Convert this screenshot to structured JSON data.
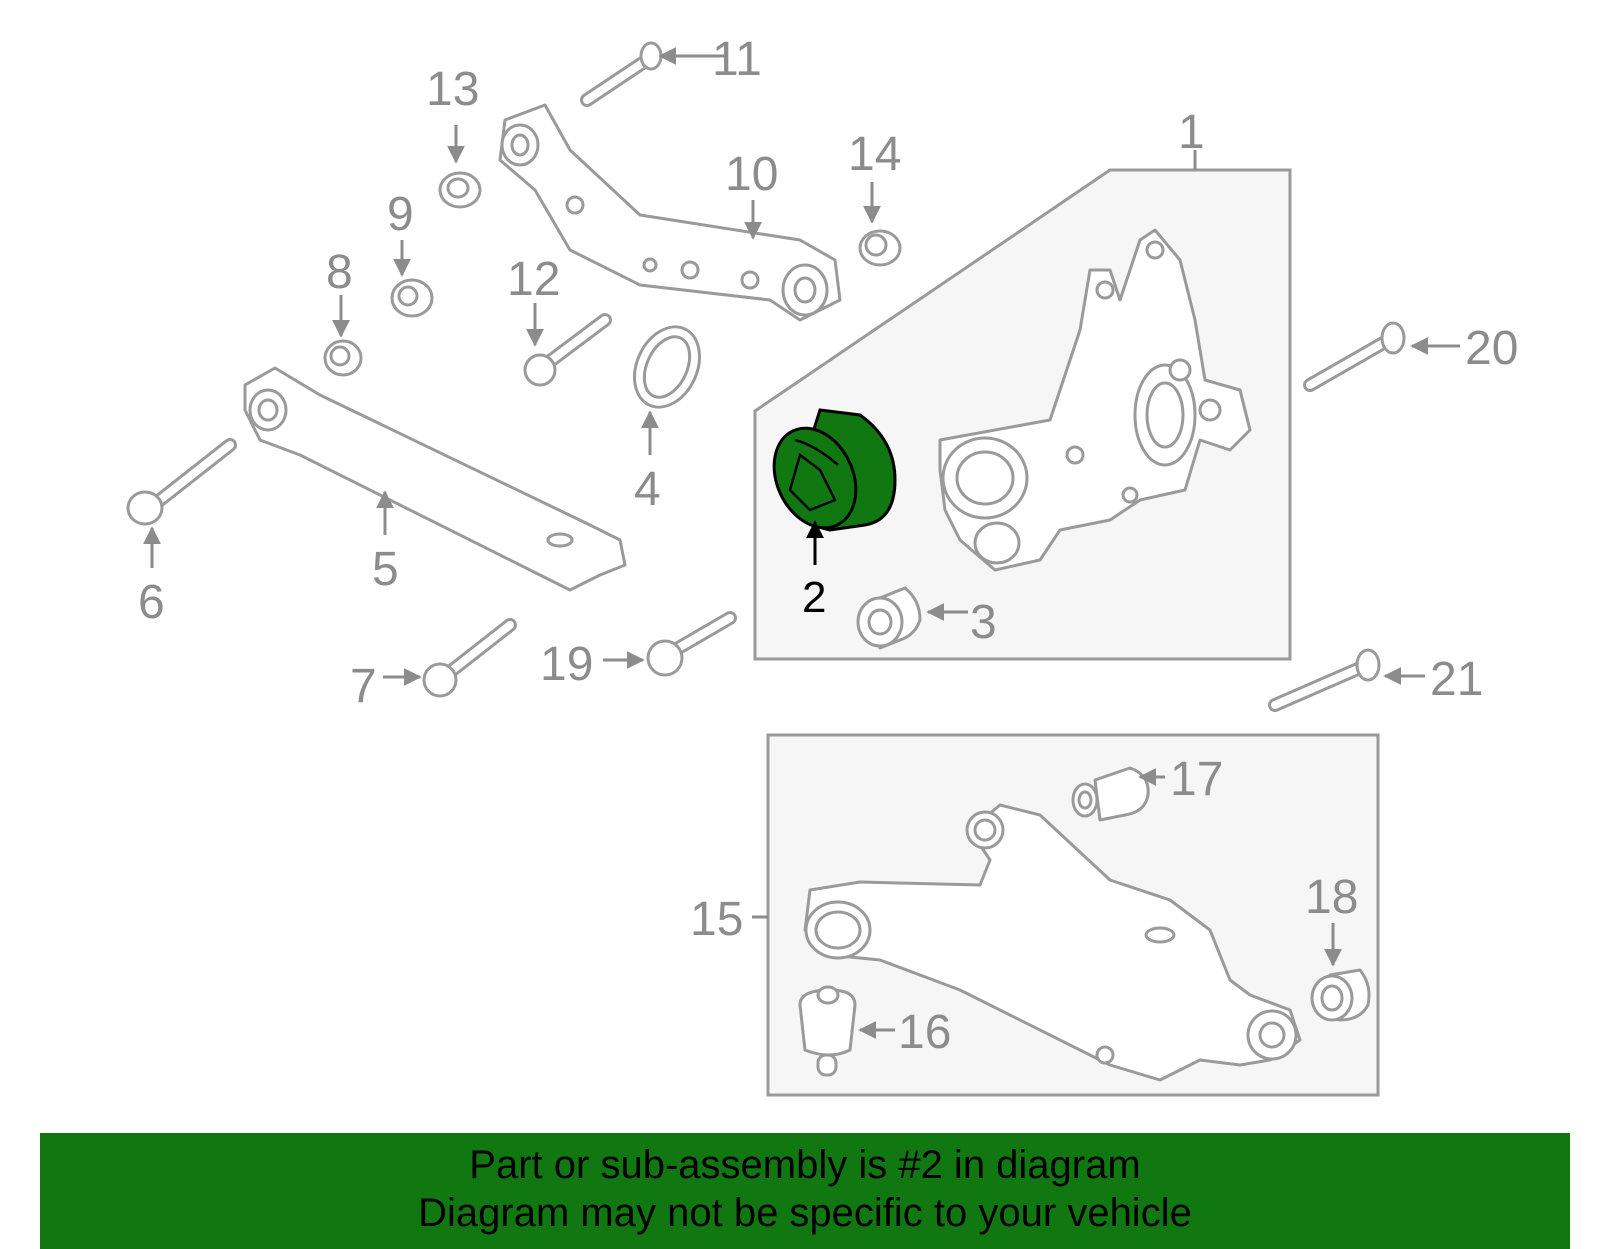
{
  "diagram": {
    "highlight_color": "#117711",
    "callouts": [
      "1",
      "2",
      "3",
      "4",
      "5",
      "6",
      "7",
      "8",
      "9",
      "10",
      "11",
      "12",
      "13",
      "14",
      "15",
      "16",
      "17",
      "18",
      "19",
      "20",
      "21"
    ],
    "selected_part": "2"
  },
  "banner": {
    "line1": "Part or sub-assembly is #2 in diagram",
    "line2": "Diagram may not be specific to your vehicle"
  }
}
